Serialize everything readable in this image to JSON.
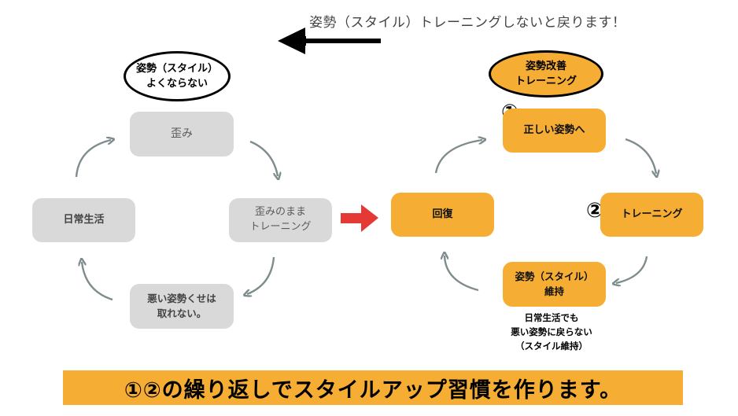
{
  "top_note": "姿勢（スタイル）トレーニングしないと戻ります！",
  "left_cycle": {
    "oval": "姿勢（スタイル）\nよくならない",
    "top": "歪み",
    "right": "歪みのまま\nトレーニング",
    "bottom": "悪い姿勢くせは\n取れない。",
    "left": "日常生活"
  },
  "right_cycle": {
    "oval": "姿勢改善\nトレーニング",
    "top": "正しい姿勢へ",
    "right": "トレーニング",
    "bottom": "姿勢（スタイル）\n維持",
    "left": "回復",
    "badge_1": "①",
    "badge_2": "②",
    "caption": "日常生活でも\n悪い姿勢に戻らない\n（スタイル維持）"
  },
  "banner": "①②の繰り返しでスタイルアップ習慣を作ります。",
  "colors": {
    "orange": "#f6ad33",
    "gray_box": "#d9d9d9",
    "curve_arrow": "#7f8c8d",
    "red_arrow": "#e53935",
    "black_arrow": "#000000"
  }
}
